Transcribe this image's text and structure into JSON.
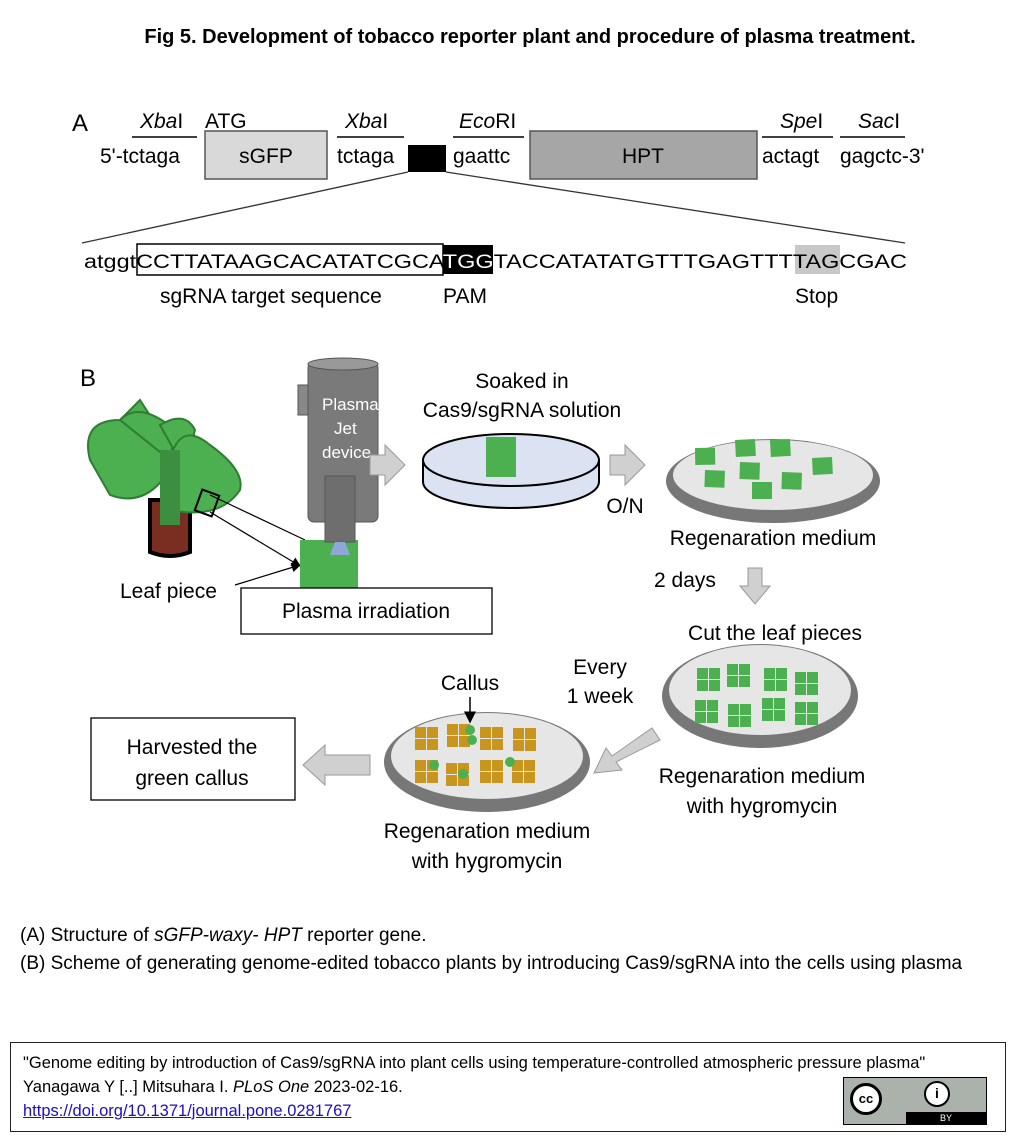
{
  "title": "Fig 5. Development of tobacco reporter plant and procedure of plasma treatment.",
  "panel_a": {
    "label": "A",
    "sites": [
      {
        "italic": "Xba",
        "rest": "I",
        "seq": "5'-tctaga"
      },
      {
        "italic": "Xba",
        "rest": "I",
        "seq": "tctaga"
      },
      {
        "italic": "Eco",
        "rest": "RI",
        "seq": "gaattc"
      },
      {
        "italic": "Spe",
        "rest": "I",
        "seq": "actagt"
      },
      {
        "italic": "Sac",
        "rest": "I",
        "seq": "gagctc-3'"
      }
    ],
    "atg": "ATG",
    "gene1": "sGFP",
    "gene2": "HPT",
    "sequence": {
      "prefix": "atggt",
      "target": "CCTTATAAGCACATATCGCA",
      "pam": "TGG",
      "middle": "TACCATATATGTTTGAGTTT",
      "stop": "TAG",
      "suffix": "CGAC"
    },
    "labels": {
      "target": "sgRNA target sequence",
      "pam": "PAM",
      "stop": "Stop"
    }
  },
  "panel_b": {
    "label": "B",
    "device": [
      "Plasma",
      "Jet",
      "device"
    ],
    "soaked": [
      "Soaked in",
      "Cas9/sgRNA solution"
    ],
    "on": "O/N",
    "regen1": "Regenaration medium",
    "two_days": "2 days",
    "cut": "Cut the leaf pieces",
    "every": [
      "Every",
      "1 week"
    ],
    "callus": "Callus",
    "leaf_piece": "Leaf piece",
    "plasma_irradiation": "Plasma irradiation",
    "harvest": [
      "Harvested the",
      "green callus"
    ],
    "regen_hyg_right": [
      "Regenaration medium",
      "with hygromycin"
    ],
    "regen_hyg_left": [
      "Regenaration medium",
      "with hygromycin"
    ]
  },
  "colors": {
    "leaf": "#4caf50",
    "callus": "#c8961e",
    "dish_rim": "#777777",
    "dish_fill": "#e6e6e6",
    "arrow": "#d0d0d0"
  },
  "caption": {
    "a_prefix": "(A) Structure of ",
    "a_italic": "sGFP-waxy- HPT",
    "a_suffix": " reporter gene.",
    "b": "(B) Scheme of generating genome-edited tobacco plants by introducing Cas9/sgRNA into the cells using plasma"
  },
  "citation": {
    "text": "\"Genome editing by introduction of Cas9/sgRNA into plant cells using temperature-controlled atmospheric pressure plasma\" Yanagawa Y [..] Mitsuhara I. ",
    "journal": "PLoS One",
    "date": " 2023-02-16.",
    "doi": "https://doi.org/10.1371/journal.pone.0281767",
    "license": "BY"
  }
}
